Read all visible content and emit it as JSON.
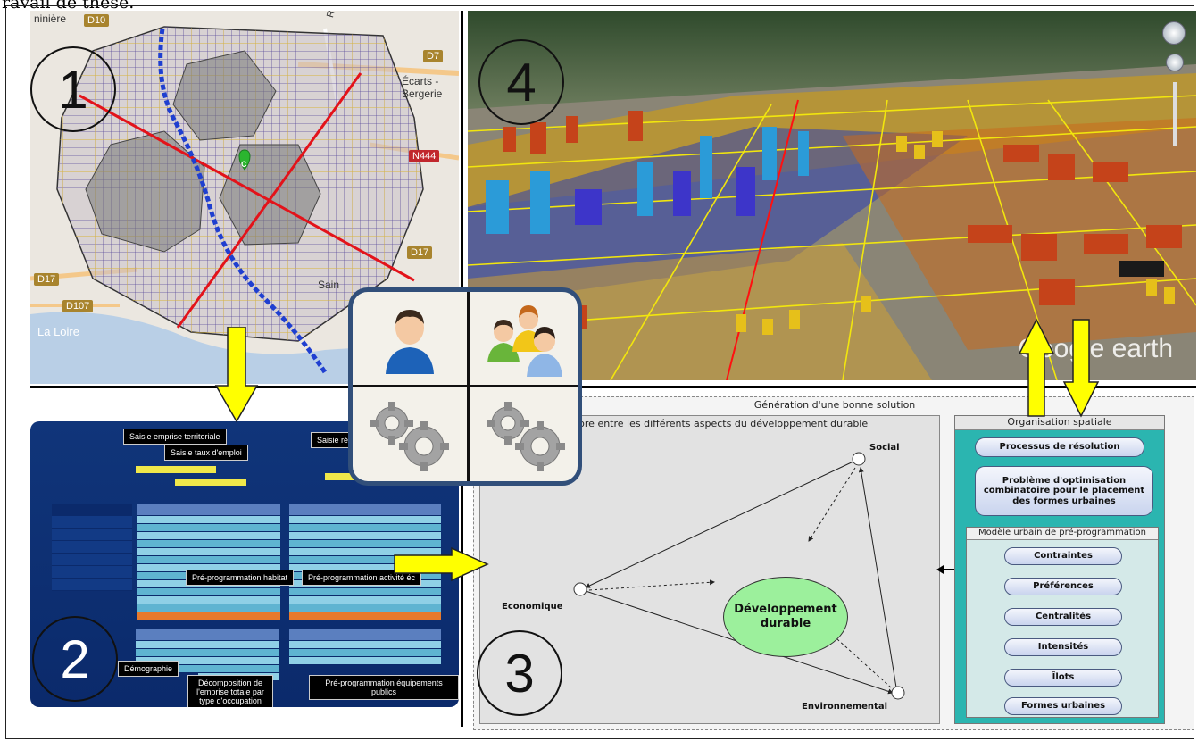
{
  "header_fragment": "ravail de thèse.",
  "steps": {
    "one": "1",
    "two": "2",
    "three": "3",
    "four": "4"
  },
  "map": {
    "labels": {
      "top_left": "ninière",
      "road_top": "Rue de la",
      "d10": "D10",
      "d7": "D7",
      "place_name": "Écarts - Bergerie",
      "n444": "N444",
      "d17_right": "D17",
      "d17_left": "D17",
      "d107": "D107",
      "river": "La Loire",
      "place_partial": "Sain"
    },
    "marker_letter": "C"
  },
  "earth": {
    "watermark": "Google earth"
  },
  "sheet": {
    "callouts": {
      "emprise": "Saisie emprise territoriale",
      "emploi": "Saisie taux d'emploi",
      "repartition": "Saisie rép",
      "habitat": "Pré-programmation habitat",
      "activite": "Pré-programmation activité éc",
      "demographie": "Démographie",
      "decomposition": "Décomposition de l'emprise totale par type d'occupation",
      "equipements": "Pré-programmation équipements publics"
    }
  },
  "roles": [
    "expert-user-icon",
    "stakeholders-group-icon",
    "gear-process-icon",
    "gear-process-icon"
  ],
  "diagram": {
    "outer_title": "Génération d'une bonne solution",
    "left_title": "Equilibre entre les différents aspects du développement durable",
    "right_title": "Organisation spatiale",
    "center": "Développement durable",
    "nodes": {
      "social": "Social",
      "economique": "Economique",
      "environnemental": "Environnemental"
    },
    "process": "Processus de résolution",
    "problem": "Problème d'optimisation combinatoire pour le placement des formes urbaines",
    "model_title": "Modèle urbain de pré-programmation",
    "model_items": [
      "Contraintes",
      "Préférences",
      "Centralités",
      "Intensités",
      "Îlots",
      "Formes urbaines"
    ]
  },
  "colors": {
    "arrow": "#ffff00",
    "role_border": "#314f7a",
    "teal": "#2bb5b0",
    "green": "#9cf09c"
  }
}
